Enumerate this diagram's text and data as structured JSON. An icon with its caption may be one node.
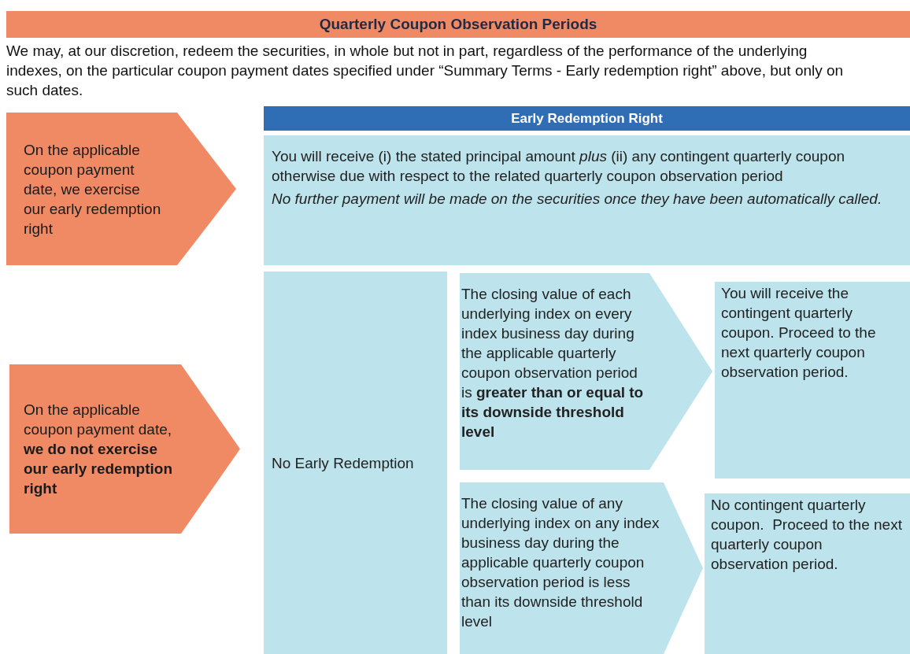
{
  "diagram": {
    "title": "Quarterly Coupon Observation Periods",
    "nodes": [
      {
        "text": [
          "On the applicable coupon payment date, we exercise our early redemption right"
        ]
      },
      {
        "text": [
          "Early Redemption Right"
        ]
      },
      {
        "text": [
          "You will receive (i) the stated principal amount *plus* (ii) any contingent quarterly coupon otherwise due with respect to the related quarterly coupon observation period",
          "No further payment will be made on the securities once they have been automatically called."
        ]
      },
      {
        "text": [
          "On the applicable coupon payment date, **we do not exercise our early redemption right**"
        ]
      },
      {
        "text": [
          "No Early Redemption"
        ]
      },
      {
        "text": [
          "The closing value of each underlying index on every index business day during the applicable quarterly coupon observation period is **greater than or equal to its downside threshold level**"
        ]
      },
      {
        "text": [
          "You will receive the contingent quarterly coupon. Proceed to the next quarterly coupon observation period."
        ]
      },
      {
        "text": [
          "The closing value of any underlying index on any index business day during the applicable quarterly coupon observation period is less than its downside threshold level"
        ]
      },
      {
        "text": [
          "No contingent quarterly coupon.  Proceed to the next quarterly coupon observation period."
        ]
      }
    ],
    "labels": [
      "We may, at our discretion, redeem the securities, in whole but not in part, regardless of the performance of the underlying indexes, on the particular coupon payment dates specified under “Summary Terms - Early redemption right” above, but only on such dates."
    ]
  }
}
